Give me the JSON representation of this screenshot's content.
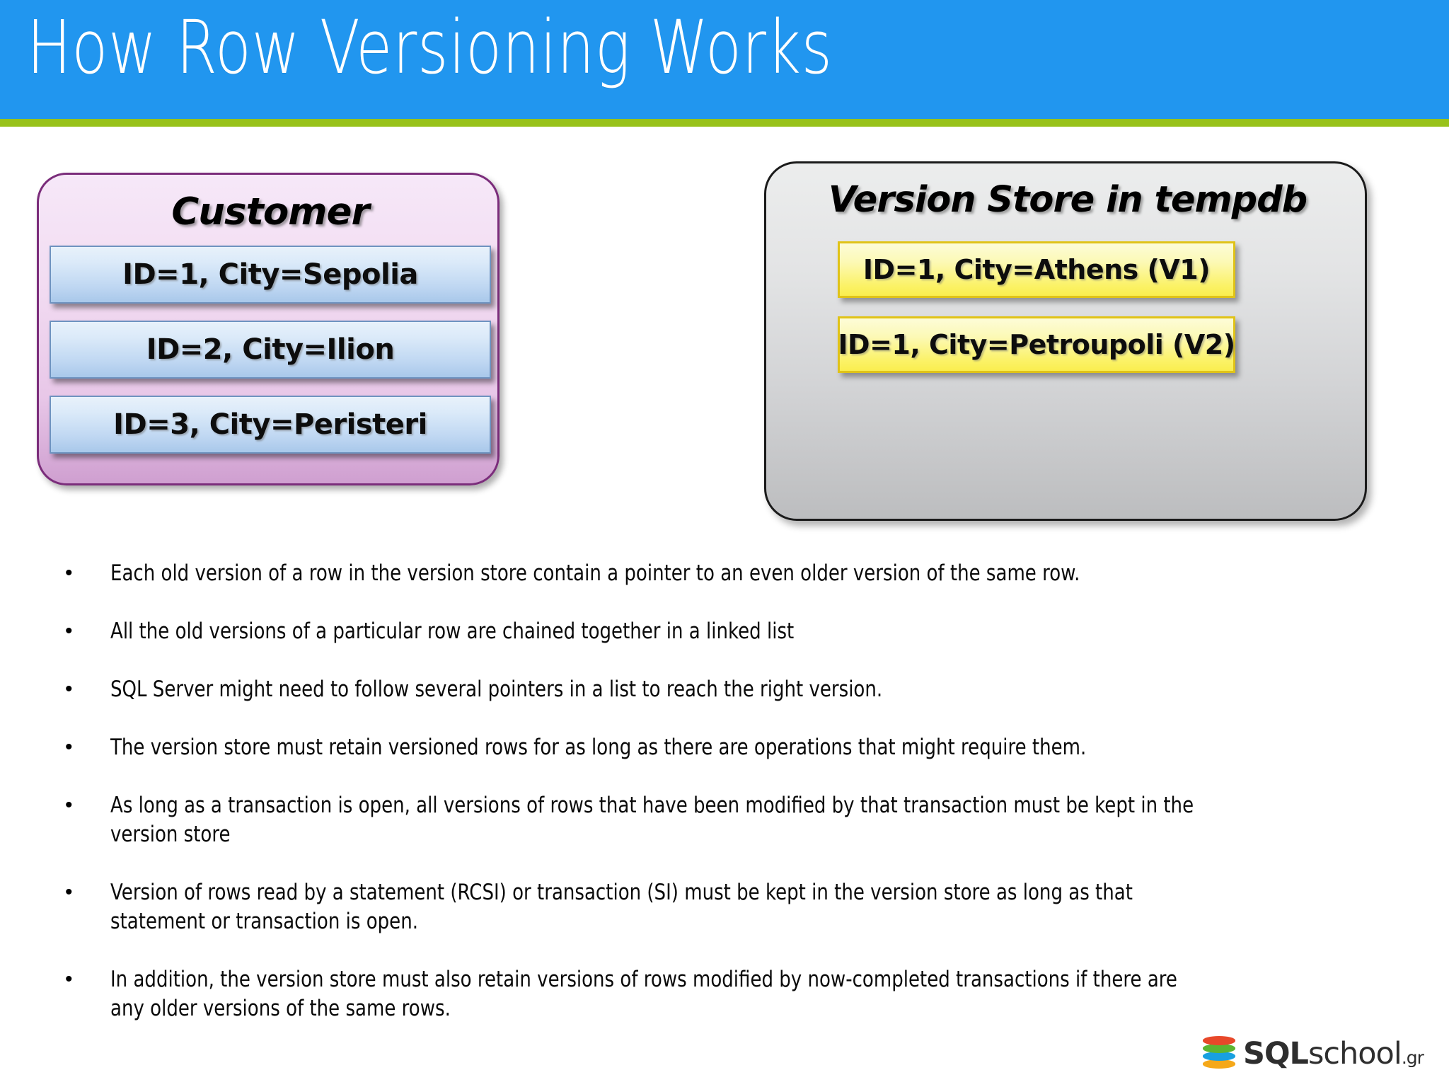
{
  "header": {
    "title": "How Row Versioning Works",
    "band_color": "#2196ef",
    "accent_color": "#98c21b"
  },
  "customer_panel": {
    "title": "Customer",
    "border_color": "#7b2d7b",
    "rows": [
      {
        "label": "ID=1, City=Sepolia"
      },
      {
        "label": "ID=2, City=Ilion"
      },
      {
        "label": "ID=3, City=Peristeri"
      }
    ]
  },
  "version_panel": {
    "title": "Version Store in tempdb",
    "row_color": "#fbf268",
    "rows": [
      {
        "label": "ID=1, City=Athens (V1)"
      },
      {
        "label": "ID=1, City=Petroupoli (V2)"
      }
    ]
  },
  "bullets": {
    "marker": "•",
    "items": [
      {
        "text": "Each old version of a row in the version store contain a pointer to an even older version of the same row."
      },
      {
        "text": "All the old versions of a particular row are chained together in a linked list"
      },
      {
        "text": "SQL Server might need to follow several pointers in a list to reach the right version."
      },
      {
        "text": "The version store must retain versioned rows for as long as there are operations that might require them."
      },
      {
        "text": "As long as a transaction is open, all versions of rows that have been modified by that transaction must be kept in the version store"
      },
      {
        "text": "Version of rows read by a statement (RCSI) or transaction (SI) must be kept in the version store as long as that statement or transaction is open."
      },
      {
        "text": "In addition, the version store must also retain versions of rows modified by now-completed transactions if there are any older versions of the same rows."
      }
    ]
  },
  "logo": {
    "sql": "SQL",
    "school": "school",
    "tld": ".gr",
    "colors": [
      "#e8482a",
      "#5cb531",
      "#18a0e0",
      "#f5a819"
    ]
  }
}
